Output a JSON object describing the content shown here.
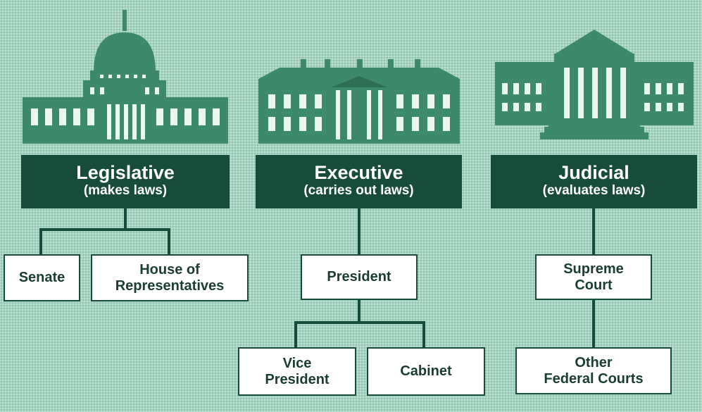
{
  "colors": {
    "background": "#a9d6c4",
    "header_fill": "#174c3b",
    "box_fill": "#ffffff",
    "box_text": "#1a3d33",
    "building": "#3d8a6a"
  },
  "branches": [
    {
      "title": "Legislative",
      "subtitle": "(makes laws)",
      "building_icon": "capitol-dome-icon",
      "children": [
        {
          "label": "Senate"
        },
        {
          "label_line1": "House of",
          "label_line2": "Representatives"
        }
      ]
    },
    {
      "title": "Executive",
      "subtitle": "(carries out laws)",
      "building_icon": "white-house-icon",
      "children": [
        {
          "label": "President"
        }
      ],
      "sub_children": [
        {
          "label_line1": "Vice",
          "label_line2": "President"
        },
        {
          "label": "Cabinet"
        }
      ]
    },
    {
      "title": "Judicial",
      "subtitle": "(evaluates laws)",
      "building_icon": "supreme-court-icon",
      "children": [
        {
          "label_line1": "Supreme",
          "label_line2": "Court"
        },
        {
          "label_line1": "Other",
          "label_line2": "Federal Courts"
        }
      ]
    }
  ]
}
